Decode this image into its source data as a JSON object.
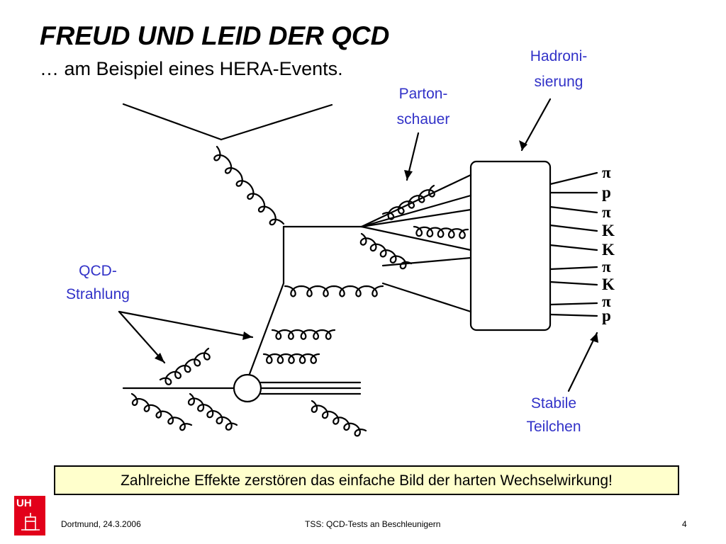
{
  "slide": {
    "title": "FREUD UND LEID DER QCD",
    "subtitle": "… am Beispiel eines HERA-Events."
  },
  "diagram": {
    "labels": {
      "hadronisierung_line1": "Hadroni-",
      "hadronisierung_line2": "sierung",
      "parton_line1": "Parton-",
      "parton_line2": "schauer",
      "qcd_line1": "QCD-",
      "qcd_line2": "Strahlung",
      "stabile_line1": "Stabile",
      "stabile_line2": "Teilchen"
    },
    "particles": [
      "π",
      "p",
      "π",
      "K",
      "K",
      "π",
      "K",
      "π",
      "p"
    ]
  },
  "callout": {
    "text": "Zahlreiche Effekte zerstören das einfache Bild der harten Wechselwirkung!"
  },
  "footer": {
    "left": "Dortmund, 24.3.2006",
    "center": "TSS: QCD-Tests an Beschleunigern",
    "page": "4"
  },
  "logo": {
    "text": "UH",
    "color": "#e2001a"
  },
  "colors": {
    "label": "#3232c8",
    "callout_bg": "#ffffcc"
  }
}
